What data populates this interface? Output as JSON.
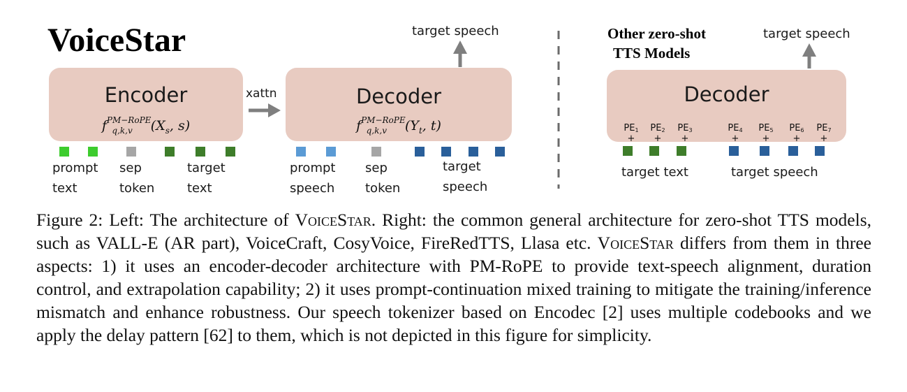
{
  "voicestar_title": "VoiceStar",
  "other_title_line1": "Other zero-shot",
  "other_title_line2": "TTS Models",
  "encoder": {
    "title": "Encoder",
    "formula_f": "f",
    "formula_sup": "PM−RoPE",
    "formula_sub": "q,k,v",
    "formula_args": "(X",
    "formula_args_sub": "s",
    "formula_args_end": ", s)"
  },
  "decoder_left": {
    "title": "Decoder",
    "formula_f": "f",
    "formula_sup": "PM−RoPE",
    "formula_sub": "q,k,v",
    "formula_args": "(Y",
    "formula_args_sub": "t",
    "formula_args_end": ", t)"
  },
  "decoder_right": {
    "title": "Decoder"
  },
  "xattn_label": "xattn",
  "target_speech_left": "target speech",
  "target_speech_right": "target speech",
  "left_tokens": {
    "prompt_text": [
      "prompt",
      "text"
    ],
    "sep_token": [
      "sep",
      "token"
    ],
    "target_text": [
      "target",
      "text"
    ],
    "prompt_speech": [
      "prompt",
      "speech"
    ],
    "sep_token_2": [
      "sep",
      "token"
    ],
    "target_speech": [
      "target",
      "speech"
    ]
  },
  "right_tokens": {
    "target_text": "target text",
    "target_speech": "target speech",
    "pe_labels": [
      "PE",
      "PE",
      "PE",
      "PE",
      "PE",
      "PE",
      "PE"
    ],
    "pe_subs": [
      "1",
      "2",
      "3",
      "4",
      "5",
      "6",
      "7"
    ],
    "plus": "+"
  },
  "colors": {
    "box_fill": "#e8cbc1",
    "light_green": "#3dcc2e",
    "dark_green": "#3e7d2a",
    "gray": "#a6a6a6",
    "light_blue": "#5b9bd5",
    "dark_blue": "#2a5f9a",
    "arrow": "#7f7f7f"
  },
  "caption": {
    "p1": "Figure 2: Left: The architecture of ",
    "name1": "VoiceStar",
    "p2": ". Right: the common general architecture for zero-shot TTS models, such as VALL-E (AR part), VoiceCraft, CosyVoice, FireRedTTS, Llasa etc. ",
    "name2": "VoiceStar",
    "p3": " differs from them in three aspects: 1) it uses an encoder-decoder architecture with PM-RoPE to provide text-speech alignment, duration control, and extrapolation capability; 2) it uses prompt-continuation mixed training to mitigate the training/inference mismatch and enhance robustness. Our speech tokenizer based on Encodec [2] uses multiple codebooks and we apply the delay pattern [62] to them, which is not depicted in this figure for simplicity."
  }
}
